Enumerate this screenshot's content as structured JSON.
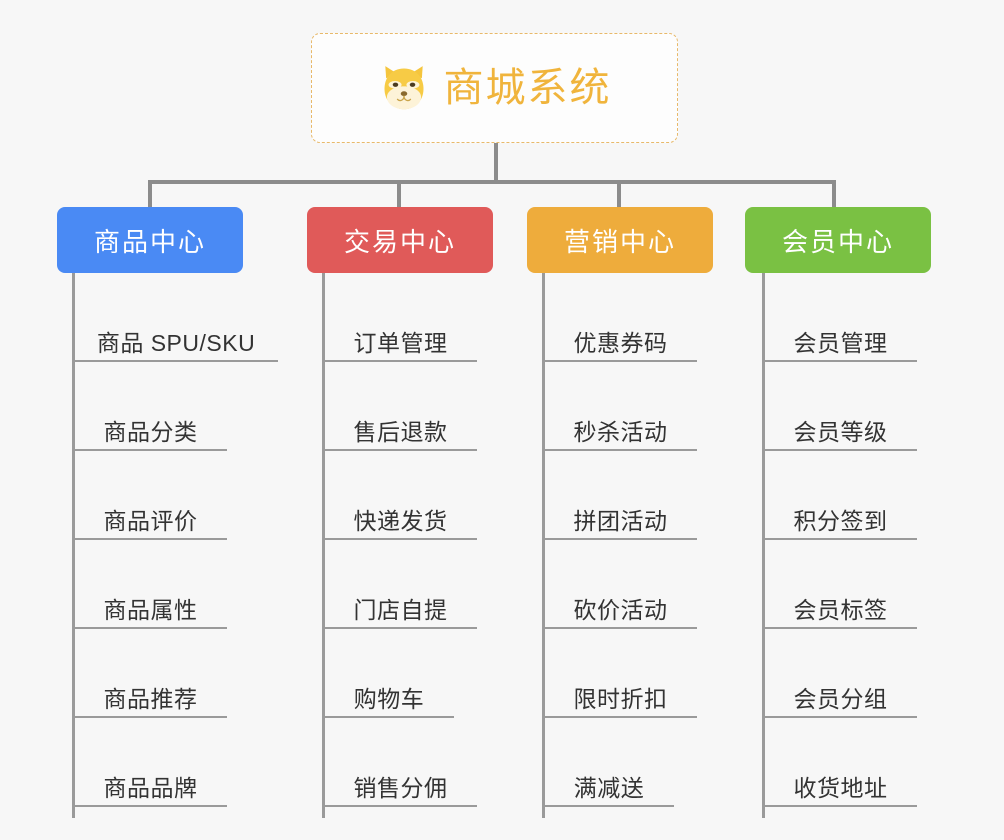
{
  "diagram": {
    "type": "mind-map",
    "background_color": "#f7f7f7",
    "root": {
      "title": "商城系统",
      "icon": "shiba-dog-icon",
      "text_color": "#f0b43c",
      "border_color": "#e8b96a",
      "border_style": "dashed",
      "background_color": "#fdfdfd"
    },
    "branches": [
      {
        "label": "商品中心",
        "color": "#4a8af4",
        "items": [
          "商品 SPU/SKU",
          "商品分类",
          "商品评价",
          "商品属性",
          "商品推荐",
          "商品品牌"
        ]
      },
      {
        "label": "交易中心",
        "color": "#e05a59",
        "items": [
          "订单管理",
          "售后退款",
          "快递发货",
          "门店自提",
          "购物车",
          "销售分佣"
        ]
      },
      {
        "label": "营销中心",
        "color": "#eeac3c",
        "items": [
          "优惠券码",
          "秒杀活动",
          "拼团活动",
          "砍价活动",
          "限时折扣",
          "满减送"
        ]
      },
      {
        "label": "会员中心",
        "color": "#7ac143",
        "items": [
          "会员管理",
          "会员等级",
          "积分签到",
          "会员标签",
          "会员分组",
          "收货地址"
        ]
      }
    ],
    "connector_color": "#8c8c8c",
    "leaf_line_color": "#9a9a9a",
    "leaf_text_color": "#333333"
  }
}
